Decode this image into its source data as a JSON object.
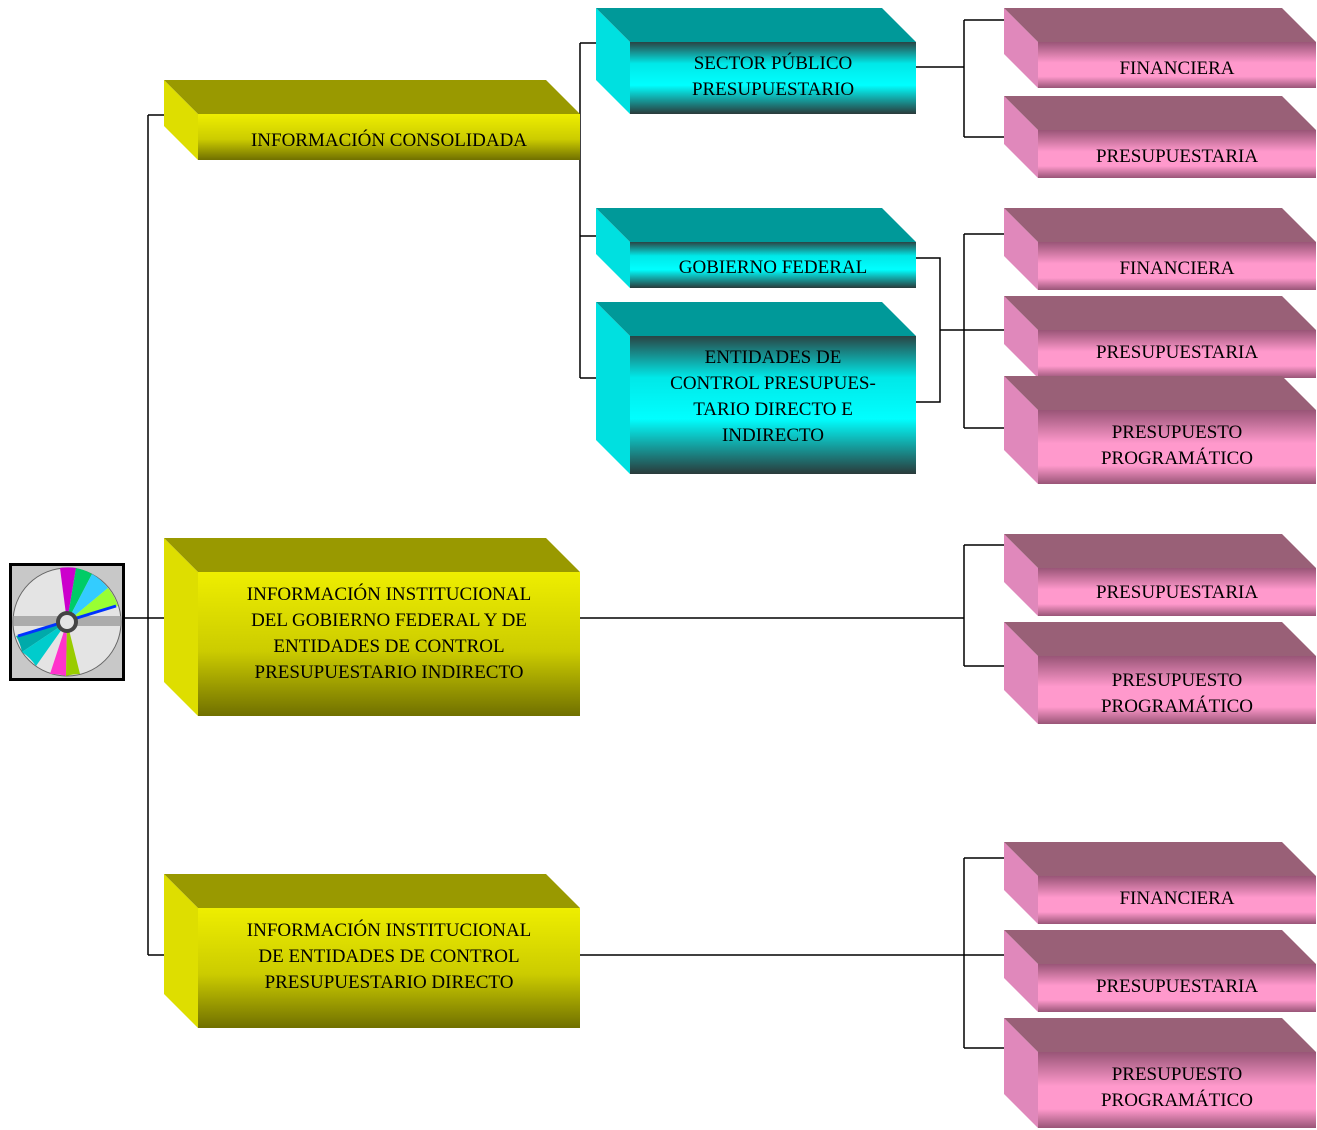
{
  "root": {
    "icon": "cd-disc-icon"
  },
  "level1": [
    {
      "id": "consolidada",
      "lines": [
        "INFORMACIÓN CONSOLIDADA"
      ]
    },
    {
      "id": "institucional-indirecto",
      "lines": [
        "INFORMACIÓN INSTITUCIONAL",
        "DEL GOBIERNO FEDERAL Y DE",
        "ENTIDADES DE CONTROL",
        "PRESUPUESTARIO INDIRECTO"
      ]
    },
    {
      "id": "institucional-directo",
      "lines": [
        "INFORMACIÓN INSTITUCIONAL",
        "DE ENTIDADES DE CONTROL",
        "PRESUPUESTARIO DIRECTO"
      ]
    }
  ],
  "level2": [
    {
      "id": "sector-publico",
      "lines": [
        "SECTOR PÚBLICO",
        "PRESUPUESTARIO"
      ]
    },
    {
      "id": "gobierno-federal",
      "lines": [
        "GOBIERNO FEDERAL"
      ]
    },
    {
      "id": "entidades-control",
      "lines": [
        "ENTIDADES DE",
        "CONTROL PRESUPUES-",
        "TARIO DIRECTO E",
        "INDIRECTO"
      ]
    }
  ],
  "level3": [
    {
      "id": "sp-financiera",
      "lines": [
        "FINANCIERA"
      ]
    },
    {
      "id": "sp-presupuestaria",
      "lines": [
        "PRESUPUESTARIA"
      ]
    },
    {
      "id": "gf-financiera",
      "lines": [
        "FINANCIERA"
      ]
    },
    {
      "id": "gf-presupuestaria",
      "lines": [
        "PRESUPUESTARIA"
      ]
    },
    {
      "id": "gf-presupuesto-programatico",
      "lines": [
        "PRESUPUESTO",
        "PROGRAMÁTICO"
      ]
    },
    {
      "id": "ind-presupuestaria",
      "lines": [
        "PRESUPUESTARIA"
      ]
    },
    {
      "id": "ind-presupuesto-programatico",
      "lines": [
        "PRESUPUESTO",
        "PROGRAMÁTICO"
      ]
    },
    {
      "id": "dir-financiera",
      "lines": [
        "FINANCIERA"
      ]
    },
    {
      "id": "dir-presupuestaria",
      "lines": [
        "PRESUPUESTARIA"
      ]
    },
    {
      "id": "dir-presupuesto-programatico",
      "lines": [
        "PRESUPUESTO",
        "PROGRAMÁTICO"
      ]
    }
  ],
  "colors": {
    "olive_top": "#999900",
    "olive_side": "#dede00",
    "olive_front_top": "#eeee00",
    "olive_front_bottom": "#707000",
    "teal_top": "#009999",
    "teal_side": "#00e0e0",
    "teal_front_top": "#00ffff",
    "teal_front_bottom": "#2a3a3a",
    "pink_top": "#996077",
    "pink_side": "#e088bb",
    "pink_front_top": "#ff99cc",
    "pink_front_dark": "#995577",
    "line": "#000000"
  }
}
